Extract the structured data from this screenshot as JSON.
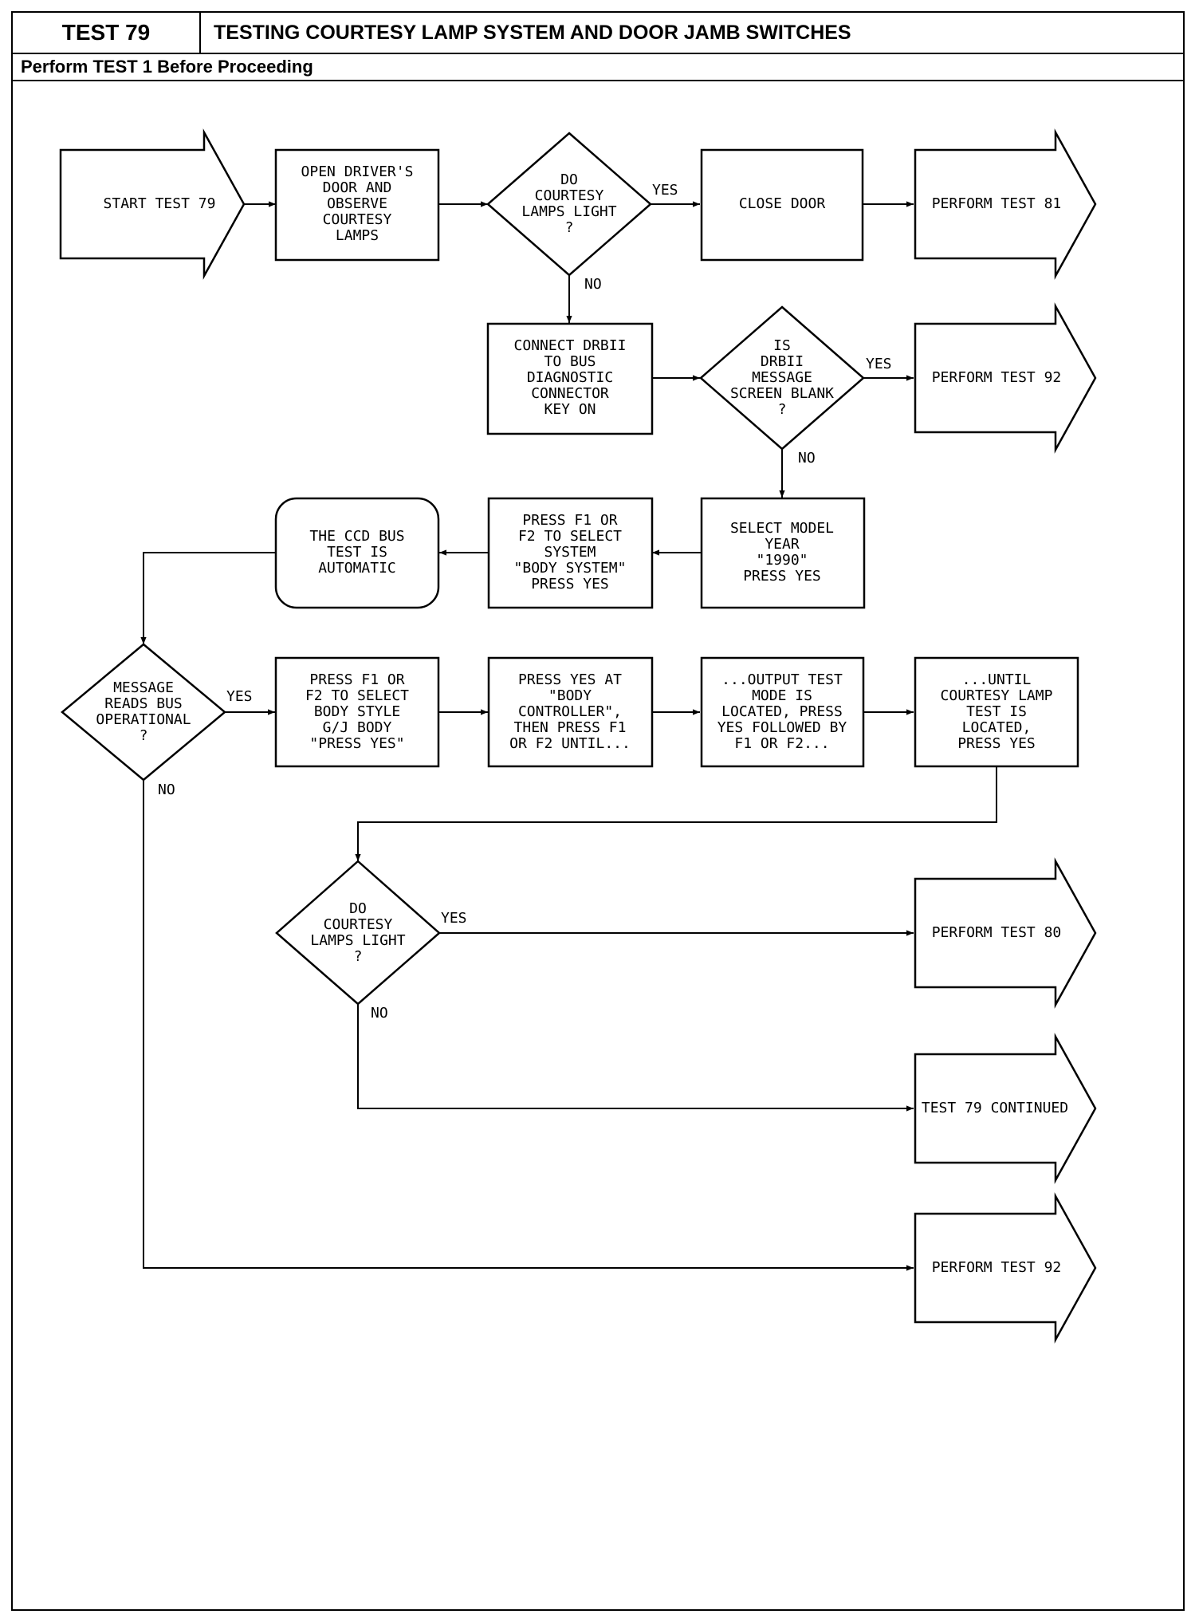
{
  "header": {
    "test_number": "TEST 79",
    "title": "TESTING COURTESY LAMP SYSTEM AND DOOR JAMB SWITCHES",
    "subtitle": "Perform TEST 1 Before Proceeding"
  },
  "flow": {
    "start": [
      "START TEST 79"
    ],
    "open_door": [
      "OPEN DRIVER'S",
      "DOOR AND",
      "OBSERVE",
      "COURTESY",
      "LAMPS"
    ],
    "dec_lamps_1": [
      "DO",
      "COURTESY",
      "LAMPS LIGHT",
      "?"
    ],
    "close_door": [
      "CLOSE DOOR"
    ],
    "perform_81": [
      "PERFORM TEST 81"
    ],
    "connect_drb": [
      "CONNECT DRBII",
      "TO BUS",
      "DIAGNOSTIC",
      "CONNECTOR",
      "KEY ON"
    ],
    "dec_screen_blank": [
      "IS",
      "DRBII",
      "MESSAGE",
      "SCREEN BLANK",
      "?"
    ],
    "perform_92_a": [
      "PERFORM TEST 92"
    ],
    "select_model": [
      "SELECT MODEL",
      "YEAR",
      "\"1990\"",
      "PRESS YES"
    ],
    "press_f1_system": [
      "PRESS F1 OR",
      "F2 TO SELECT",
      "SYSTEM",
      "\"BODY SYSTEM\"",
      "PRESS YES"
    ],
    "ccd_auto": [
      "THE CCD BUS",
      "TEST IS",
      "AUTOMATIC"
    ],
    "dec_bus_op": [
      "MESSAGE",
      "READS BUS",
      "OPERATIONAL",
      "?"
    ],
    "press_f1_body": [
      "PRESS F1 OR",
      "F2 TO SELECT",
      "BODY STYLE",
      "G/J BODY",
      "\"PRESS YES\""
    ],
    "press_yes_body": [
      "PRESS YES AT",
      "\"BODY",
      "CONTROLLER\",",
      "THEN PRESS F1",
      "OR F2 UNTIL..."
    ],
    "output_test": [
      "...OUTPUT TEST",
      "MODE IS",
      "LOCATED, PRESS",
      "YES FOLLOWED BY",
      "F1 OR F2..."
    ],
    "until_courtesy": [
      "...UNTIL",
      "COURTESY LAMP",
      "TEST IS",
      "LOCATED,",
      "PRESS YES"
    ],
    "dec_lamps_2": [
      "DO",
      "COURTESY",
      "LAMPS LIGHT",
      "?"
    ],
    "perform_80": [
      "PERFORM TEST 80"
    ],
    "test79_cont": [
      "TEST 79 CONTINUED"
    ],
    "perform_92_b": [
      "PERFORM TEST 92"
    ]
  },
  "edge_labels": {
    "yes": "YES",
    "no": "NO"
  }
}
